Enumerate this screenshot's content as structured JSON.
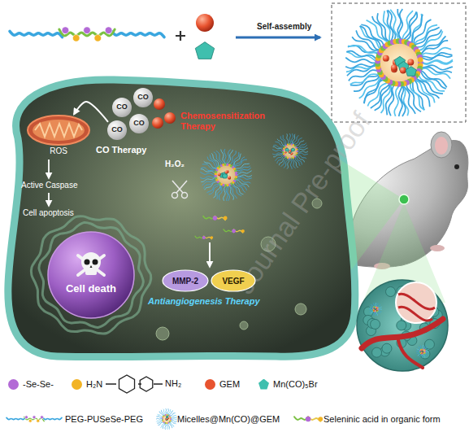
{
  "diagram": {
    "nodes": [
      {
        "text": [
          "CO"
        ]
      },
      {
        "text": [
          "CO"
        ]
      },
      {
        "text": [
          "CO"
        ]
      },
      {
        "text": [
          "CO"
        ]
      },
      {
        "text": [
          "ROS"
        ]
      },
      {
        "text": [
          "Cell death"
        ]
      },
      {
        "text": [
          "MMP-2"
        ]
      },
      {
        "text": [
          "VEGF"
        ]
      }
    ],
    "edges": [
      {
        "from": 3,
        "to": 4,
        "arrow": "to"
      }
    ],
    "labels": [
      "Self-assembly",
      "Chemosensitization Therapy",
      "CO Therapy",
      "Active Caspase",
      "Cell apoptosis",
      "H₂O₂",
      "Antiangiogenesis Therapy",
      "NH₂",
      "Journal Pre-proof"
    ],
    "legend": [
      {
        "text": "-Se-Se-",
        "color": "#b36ad6"
      },
      {
        "text": "H₂N",
        "color": "#f2b324"
      },
      {
        "text": "GEM",
        "color": "#e8532f"
      },
      {
        "text": "Mn(CO)₅Br",
        "color": "#3fbfae"
      },
      {
        "text": "PEG-PUSeSe-PEG"
      },
      {
        "text": "Micelles@Mn(CO)@GEM"
      },
      {
        "text": "Seleninic acid in organic form"
      }
    ]
  }
}
